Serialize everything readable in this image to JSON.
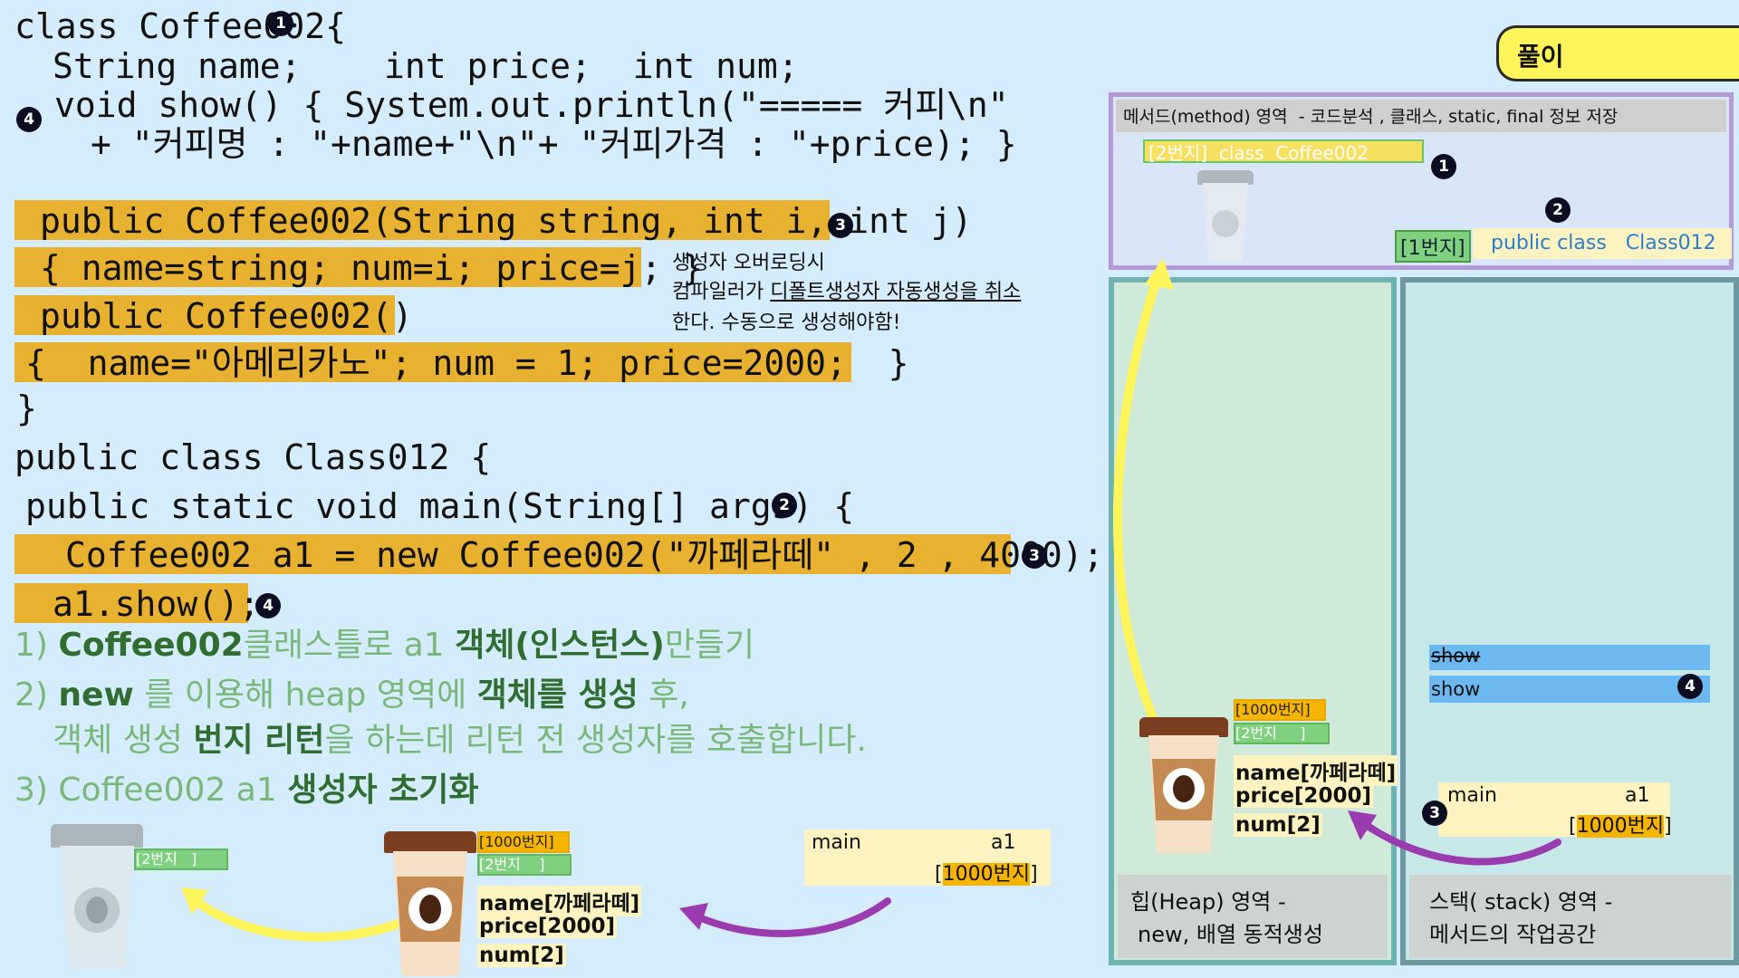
{
  "code": {
    "line1": "class Coffee002{",
    "line2": "String name;    int price;  int num;",
    "line3": "void show() { System.out.println(\"===== 커피\\n\"",
    "line4": "+ \"커피명 : \"+name+\"\\n\"+ \"커피가격 : \"+price); }",
    "line5": "public Coffee002(String string, int i, int j)",
    "line6": "{ name=string; num=i; price=j; }",
    "line7": "public Coffee002()",
    "line8": "{  name=\"아메리카노\"; num = 1; price=2000;  }",
    "line9": "}",
    "line10": "public class Class012 {",
    "line11": "public static void main(String[] args) {",
    "line12": "Coffee002 a1 = new Coffee002(\"까페라떼\" , 2 , 4000);",
    "line13": "a1.show();"
  },
  "badges": {
    "b1": "1",
    "b2": "2",
    "b3": "3",
    "b4": "4"
  },
  "constructor_note": {
    "line1": "생성자 오버로딩시",
    "line2_prefix": "컴파일러가 ",
    "line2_underlined": "디폴트생성자 자동생성을 취소",
    "line3": "한다. 수동으로 생성해야함!"
  },
  "explanation": {
    "s1_num": "1) ",
    "s1_a": "Coffee002",
    "s1_b": "클래스틀로 a1 ",
    "s1_c": "객체(인스턴스)",
    "s1_d": "만들기",
    "s2_num": "2) ",
    "s2_a": "new",
    "s2_b": " 를 이용해 heap 영역에 ",
    "s2_c": "객체를 생성",
    "s2_d": " 후,",
    "s2_e1": "객체 생성 ",
    "s2_e2": "번지 리턴",
    "s2_e3": "을 하는데 리턴 전 생성자를 호출합니다.",
    "s3_a": "3) Coffee002 a1 ",
    "s3_b": "생성자 초기화"
  },
  "bottom": {
    "addr_2": "[2번지   ]",
    "addr_1000": "[1000번지]",
    "addr_2b": "[2번지    ]",
    "field_name": "name[까페라떼]",
    "field_price": "price[2000]",
    "field_num": "num[2]",
    "main_label": "main",
    "var_label": "a1",
    "var_value_open": "[",
    "var_value": "1000번지",
    "var_value_close": "]"
  },
  "solution_button": "풀이",
  "method_area": {
    "title": "메서드(method) 영역  - 코드분석 , 클래스, static, final 정보 저장",
    "class1": "[2번지]  class  Coffee002",
    "class2_addr": "[1번지]",
    "class2_name": "public class   Class012"
  },
  "heap_area": {
    "addr_1000": "[1000번지]",
    "addr_2": "[2번지     ]",
    "field_name": "name[까페라떼]",
    "field_price": "price[2000]",
    "field_num": "num[2]",
    "title_line1": "힙(Heap) 영역 -",
    "title_line2": "new, 배열 동적생성"
  },
  "stack_area": {
    "frame_show_struck": "show",
    "frame_show": "show",
    "main_label": "main",
    "var_label": "a1",
    "var_value_open": "[",
    "var_value": "1000번지",
    "var_value_close": "]",
    "title_line1": "스택( stack) 영역 -",
    "title_line2": "메서드의 작업공간"
  },
  "colors": {
    "background": "#d4ecfb",
    "code_highlight": "#e8b12f",
    "method_area_border": "#b49ad8",
    "heap_stack_border": "#6fb3b3",
    "arrow_yellow": "#fff45a",
    "arrow_purple": "#9b3bb0",
    "explanation_green": "#7ab87a",
    "explanation_dark_green": "#2f6e30",
    "stack_frame_blue": "#6cb8f0"
  }
}
